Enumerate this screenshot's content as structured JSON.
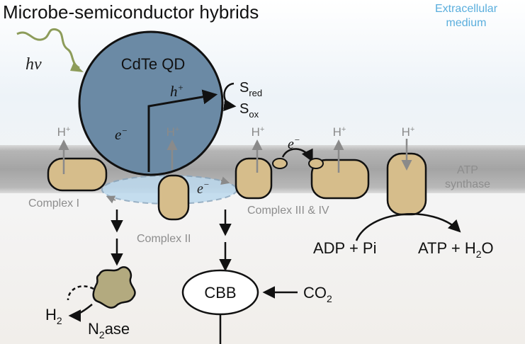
{
  "title": "Microbe-semiconductor hybrids",
  "region_label": {
    "line1": "Extracellular",
    "line2": "medium"
  },
  "photon": "hv",
  "quantum_dot": {
    "label": "CdTe QD",
    "hole": "h",
    "hole_charge": "+",
    "electron": "e",
    "electron_charge": "−"
  },
  "sulfur": {
    "s_red": "S",
    "s_red_sub": "red",
    "s_ox": "S",
    "s_ox_sub": "ox"
  },
  "proton": {
    "symbol": "H",
    "charge": "+"
  },
  "electron_label": "e",
  "electron_charge": "−",
  "complexes": {
    "c1": "Complex I",
    "c2": "Complex II",
    "c34": "Complex III & IV",
    "atp_line1": "ATP",
    "atp_line2": "synthase"
  },
  "reaction": {
    "left": "ADP + Pi",
    "right_prefix": "ATP + H",
    "right_sub": "2",
    "right_suffix": "O"
  },
  "cbb": {
    "label": "CBB",
    "co2": "CO",
    "co2_sub": "2"
  },
  "nitrogenase": {
    "prefix": "N",
    "sub": "2",
    "suffix": "ase",
    "h2": "H",
    "h2_sub": "2"
  },
  "colors": {
    "qd_fill": "#6b8aa5",
    "protein_fill": "#d6bd8b",
    "membrane": "#a9a9a9",
    "extracellular_text": "#5aaedd",
    "enzyme_fill": "#b3aa7f",
    "periplasm_fill": "#bcd9ee"
  }
}
